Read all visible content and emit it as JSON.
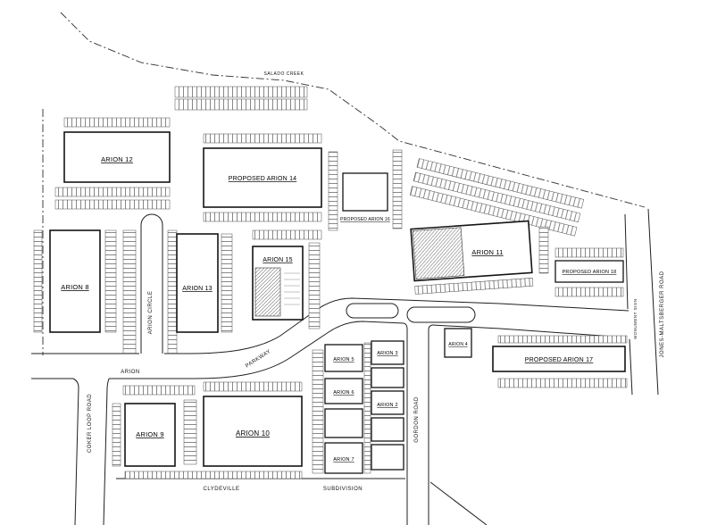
{
  "drawing": {
    "type": "site-plan",
    "background_color": "#ffffff",
    "line_color": "#1a1a1a"
  },
  "roads": {
    "coker_loop": "COKER LOOP ROAD",
    "arion_circle": "ARION CIRCLE",
    "arion_street": "ARION",
    "parkway": "PARKWAY",
    "gordon": "GORDON ROAD",
    "jones_maltsberger": "JONES-MALTSBERGER ROAD",
    "clydeville": "CLYDEVILLE",
    "subdivision": "SUBDIVISION"
  },
  "annotations": {
    "salado_creek": "SALADO CREEK",
    "monument_sign": "MONUMENT SIGN"
  },
  "buildings": [
    {
      "id": "arion-12",
      "label": "ARION 12"
    },
    {
      "id": "proposed-arion-14",
      "label": "PROPOSED ARION 14"
    },
    {
      "id": "proposed-arion-16",
      "label": "PROPOSED ARION 16"
    },
    {
      "id": "arion-11",
      "label": "ARION 11"
    },
    {
      "id": "proposed-arion-18",
      "label": "PROPOSED ARION 18"
    },
    {
      "id": "arion-8",
      "label": "ARION 8"
    },
    {
      "id": "arion-13",
      "label": "ARION 13"
    },
    {
      "id": "arion-15",
      "label": "ARION 15"
    },
    {
      "id": "arion-9",
      "label": "ARION 9"
    },
    {
      "id": "arion-10",
      "label": "ARION 10"
    },
    {
      "id": "arion-5",
      "label": "ARION 5"
    },
    {
      "id": "arion-3",
      "label": "ARION 3"
    },
    {
      "id": "arion-6",
      "label": "ARION 6"
    },
    {
      "id": "arion-2",
      "label": "ARION 2"
    },
    {
      "id": "arion-7",
      "label": "ARION 7"
    },
    {
      "id": "arion-4",
      "label": "ARION 4"
    },
    {
      "id": "proposed-arion-17",
      "label": "PROPOSED ARION 17"
    }
  ]
}
